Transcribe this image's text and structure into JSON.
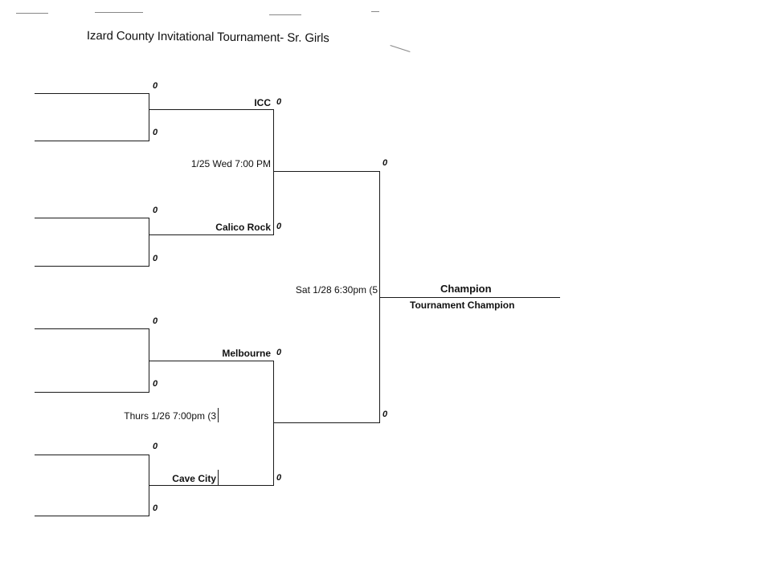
{
  "title": "Izard County Invitational Tournament- Sr. Girls",
  "round1": {
    "scores": [
      "0",
      "0",
      "0",
      "0",
      "0",
      "0",
      "0",
      "0"
    ]
  },
  "round2": {
    "teams": [
      "ICC",
      "Calico Rock",
      "Melbourne",
      "Cave City"
    ],
    "scores": [
      "0",
      "0",
      "0",
      "0"
    ],
    "game_times": [
      "1/25 Wed 7:00 PM",
      "Thurs 1/26 7:00pm (3"
    ]
  },
  "round3": {
    "scores": [
      "0",
      "0"
    ],
    "game_time": "Sat 1/28 6:30pm (5"
  },
  "champion": {
    "label": "Champion",
    "sublabel": "Tournament Champion"
  }
}
